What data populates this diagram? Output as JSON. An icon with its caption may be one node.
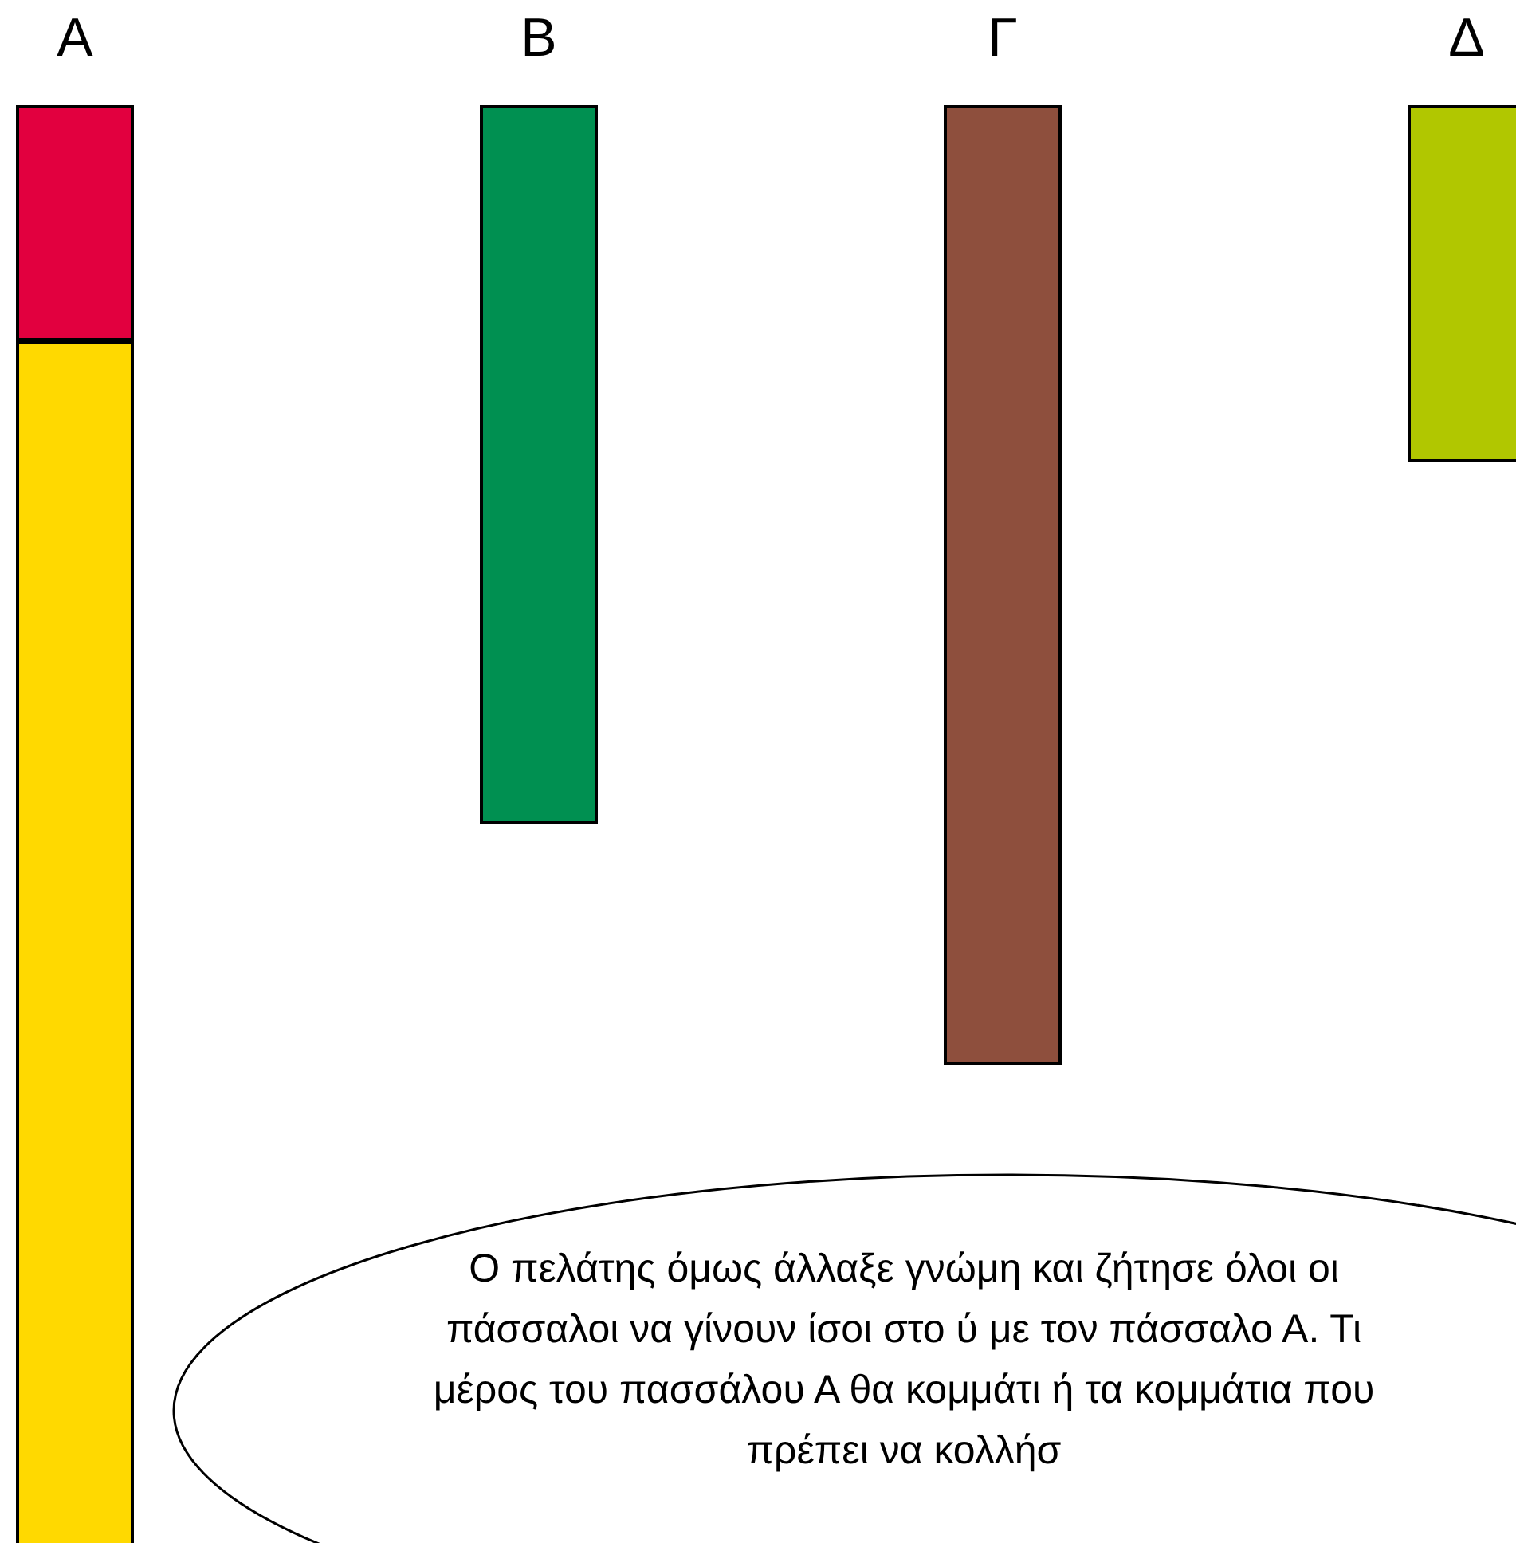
{
  "diagram": {
    "nodes": [
      {
        "text": [
          "Α"
        ]
      },
      {
        "text": [],
        "shape": "bar",
        "in": 0
      },
      {
        "text": [],
        "shape": "bar",
        "in": 0
      },
      {
        "text": [
          "Β"
        ]
      },
      {
        "text": [
          "Γ"
        ]
      },
      {
        "text": [
          "Δ"
        ]
      },
      {
        "text": [
          "Ο πελάτης όμως άλλαξε γνώμη και ζήτησε όλοι οι πάσσαλοι να γίνουν ίσοι στο ύ με τον πάσσαλο Α. Τι μέρος του πασσάλου Α θα κομμάτι ή τα κομμάτια που πρέπει να κολλήσ"
        ]
      }
    ]
  }
}
